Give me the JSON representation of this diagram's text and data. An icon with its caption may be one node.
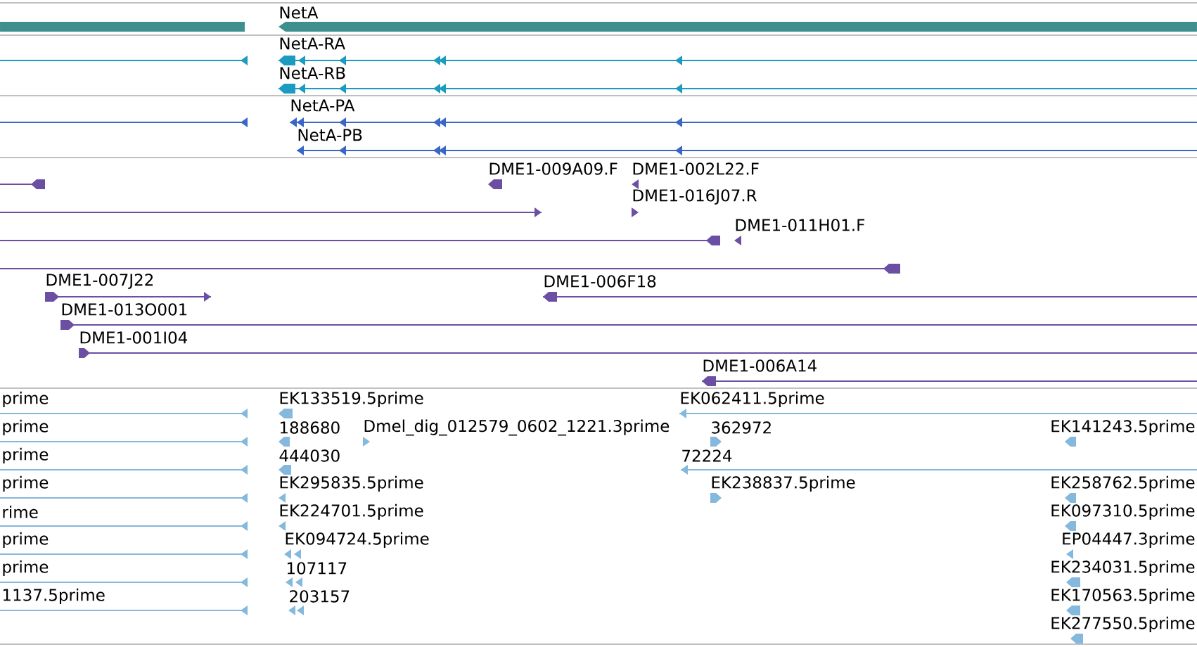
{
  "diagram": {
    "labels": [
      "NetA",
      "NetA-RA",
      "NetA-RB",
      "NetA-PA",
      "NetA-PB",
      "DME1-009A09.F",
      "DME1-002L22.F",
      "DME1-016J07.R",
      "DME1-011H01.F",
      "DME1-007J22",
      "DME1-006F18",
      "DME1-013O001",
      "DME1-001I04",
      "DME1-006A14",
      "prime",
      "EK133519.5prime",
      "EK062411.5prime",
      "prime",
      "188680",
      "Dmel_dig_012579_0602_1221.3prime",
      "362972",
      "EK141243.5prime",
      "prime",
      "444030",
      "72224",
      "prime",
      "EK295835.5prime",
      "EK238837.5prime",
      "EK258762.5prime",
      "rime",
      "EK224701.5prime",
      "EK097310.5prime",
      "prime",
      "EK094724.5prime",
      "EP04447.3prime",
      "prime",
      "107117",
      "EK234031.5prime",
      "1137.5prime",
      "203157",
      "EK170563.5prime",
      "EK277550.5prime"
    ]
  }
}
